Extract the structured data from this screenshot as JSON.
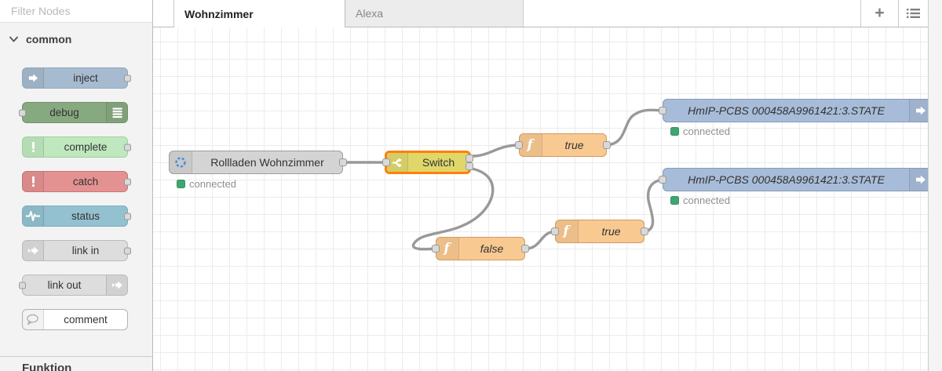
{
  "palette": {
    "search_placeholder": "Filter Nodes",
    "category_label": "common",
    "next_category_label": "Funktion",
    "nodes": [
      {
        "label": "inject",
        "color": "#a6bbcf",
        "icon": "inject-arrow-icon"
      },
      {
        "label": "debug",
        "color": "#87a980",
        "icon": "list-lines-icon"
      },
      {
        "label": "complete",
        "color": "#bfe8bf",
        "icon": "exclamation-icon"
      },
      {
        "label": "catch",
        "color": "#e49191",
        "icon": "exclamation-icon"
      },
      {
        "label": "status",
        "color": "#94c1d0",
        "icon": "pulse-icon"
      },
      {
        "label": "link in",
        "color": "#dddddd",
        "icon": "link-arrow-icon"
      },
      {
        "label": "link out",
        "color": "#dddddd",
        "icon": "link-arrow-icon"
      },
      {
        "label": "comment",
        "color": "#ffffff",
        "icon": "comment-bubble-icon"
      }
    ]
  },
  "tabbar": {
    "tabs": [
      {
        "label": "Wohnzimmer",
        "active": true
      },
      {
        "label": "Alexa",
        "active": false
      }
    ],
    "add_button_label": "+",
    "list_button_icon": "list-menu-icon"
  },
  "flow": {
    "wire_color": "#999999",
    "selection_color": "#ff7f0e",
    "status_color": "#3fa571",
    "nodes": [
      {
        "label": "Rollladen Wohnzimmer",
        "color": "#d4d4d4",
        "status": "connected"
      },
      {
        "label": "Switch",
        "color": "#e0d76b",
        "selected": true
      },
      {
        "label": "true",
        "color": "#f9c992"
      },
      {
        "label": "HmIP-PCBS 000458A9961421:3.STATE",
        "color": "#a7bcd8",
        "status": "connected"
      },
      {
        "label": "HmIP-PCBS 000458A9961421:3.STATE",
        "color": "#a7bcd8",
        "status": "connected"
      },
      {
        "label": "false",
        "color": "#f9c992"
      },
      {
        "label": "true",
        "color": "#f9c992"
      }
    ]
  }
}
